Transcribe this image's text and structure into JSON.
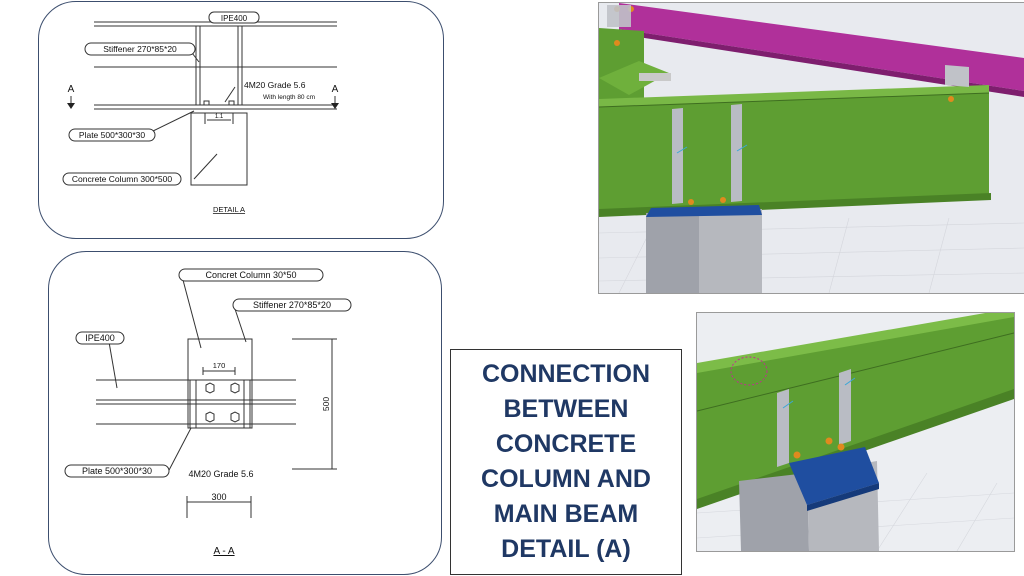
{
  "detail_a": {
    "beam_label": "IPE400",
    "stiffener_label": "Stiffener 270*85*20",
    "bolt_label": "4M20 Grade 5.6",
    "bolt_length": "With length 80  cm",
    "plate_label": "Plate 500*300*30",
    "column_label": "Concrete Column 300*500",
    "section_mark_left": "A",
    "section_mark_right": "A",
    "dim_small": "1.1",
    "caption": "DETAIL A"
  },
  "section_aa": {
    "column_label": "Concret Column 30*50",
    "stiffener_label": "Stiffener 270*85*20",
    "beam_label": "IPE400",
    "plate_label": "Plate 500*300*30",
    "bolt_label": "4M20 Grade 5.6",
    "dim_bolt_spacing": "170",
    "dim_height": "500",
    "dim_width": "300",
    "caption": "A - A"
  },
  "title": {
    "lines": [
      "CONNECTION",
      "BETWEEN",
      "CONCRETE",
      "COLUMN AND",
      "MAIN BEAM",
      "DETAIL (A)"
    ]
  },
  "colors": {
    "title": "#1f3864",
    "beam_green": "#5e9e32",
    "rafter_magenta": "#b0309a",
    "plate_blue": "#1f4ea0",
    "panel_border": "#3c4e6e"
  }
}
